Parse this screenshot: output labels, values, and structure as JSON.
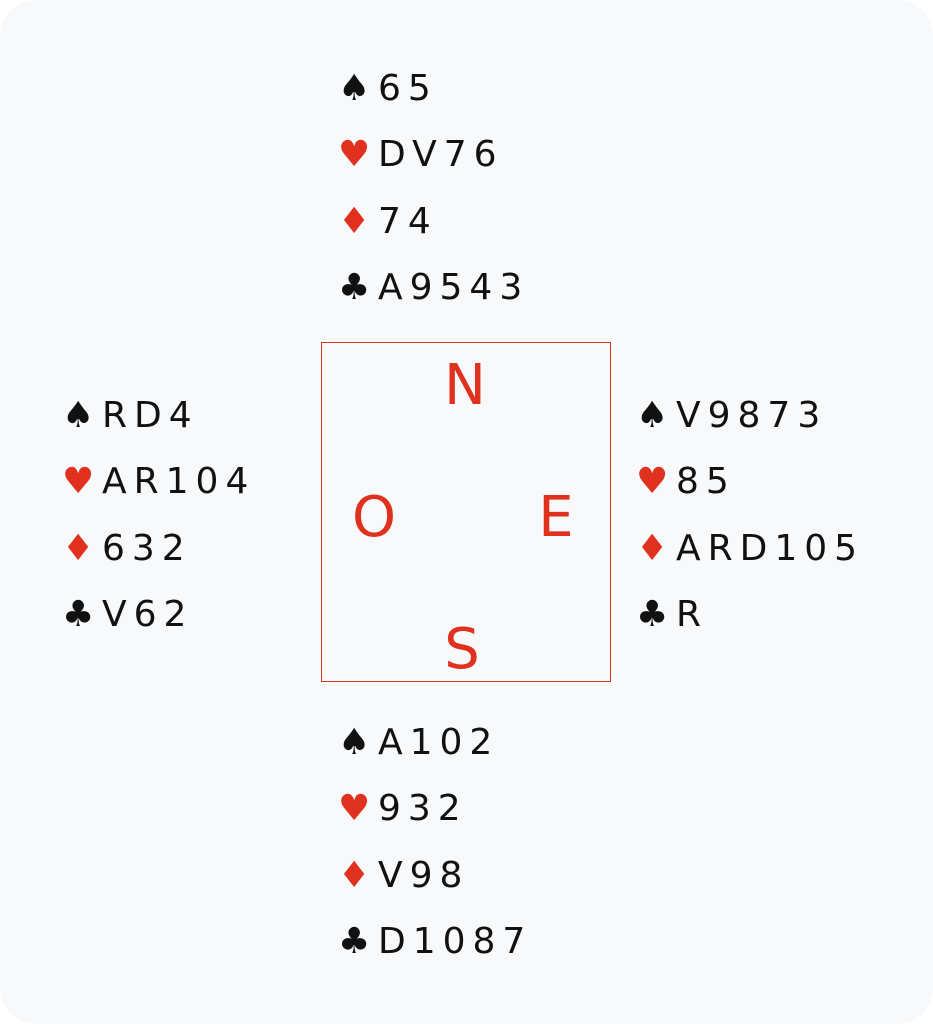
{
  "colors": {
    "red": "#e0301e",
    "black": "#111111"
  },
  "suits": {
    "spades": "♠",
    "hearts": "♥",
    "diamonds": "♦",
    "clubs": "♣"
  },
  "compass": {
    "north": "N",
    "east": "E",
    "south": "S",
    "west": "O"
  },
  "hands": {
    "north": {
      "spades": "65",
      "hearts": "DV76",
      "diamonds": "74",
      "clubs": "A9543"
    },
    "west": {
      "spades": "RD4",
      "hearts": "AR104",
      "diamonds": "632",
      "clubs": "V62"
    },
    "east": {
      "spades": "V9873",
      "hearts": "85",
      "diamonds": "ARD105",
      "clubs": "R"
    },
    "south": {
      "spades": "A102",
      "hearts": "932",
      "diamonds": "V98",
      "clubs": "D1087"
    }
  }
}
